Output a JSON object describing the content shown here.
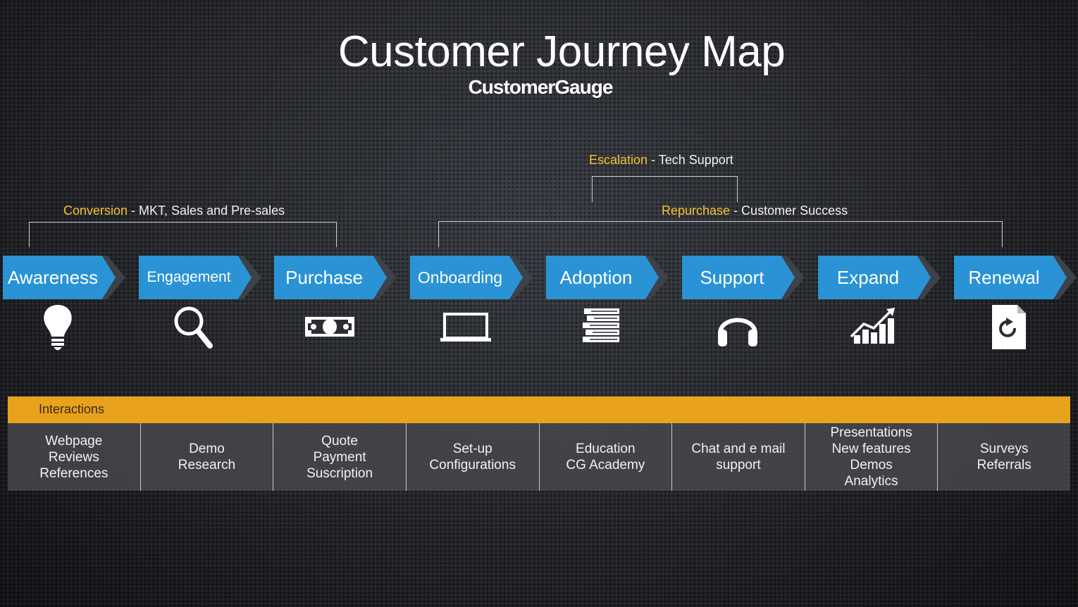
{
  "title": "Customer Journey Map",
  "brand": "CustomerGauge",
  "brackets": {
    "conversion": {
      "key": "Conversion",
      "text": " - MKT, Sales and Pre-sales"
    },
    "escalation": {
      "key": "Escalation",
      "text": " - Tech Support"
    },
    "repurchase": {
      "key": "Repurchase",
      "text": " - Customer Success"
    }
  },
  "stages": [
    {
      "label": "Awareness",
      "icon": "lightbulb-icon"
    },
    {
      "label": "Engagement",
      "icon": "magnifier-icon"
    },
    {
      "label": "Purchase",
      "icon": "money-icon"
    },
    {
      "label": "Onboarding",
      "icon": "laptop-icon"
    },
    {
      "label": "Adoption",
      "icon": "books-icon"
    },
    {
      "label": "Support",
      "icon": "headphones-icon"
    },
    {
      "label": "Expand",
      "icon": "growth-chart-icon"
    },
    {
      "label": "Renewal",
      "icon": "renew-document-icon"
    }
  ],
  "interactions": {
    "label": "Interactions",
    "cells": [
      "Webpage\nReviews\nReferences",
      "Demo\nResearch",
      "Quote\nPayment\nSuscription",
      "Set-up\nConfigurations",
      "Education\nCG Academy",
      "Chat and e mail\nsupport",
      "Presentations\nNew features\nDemos\nAnalytics",
      "Surveys\nReferrals"
    ]
  },
  "colors": {
    "stage_blue": "#2a93d5",
    "accent_yellow": "#f4c430",
    "interactions_orange": "#e8a21c"
  }
}
